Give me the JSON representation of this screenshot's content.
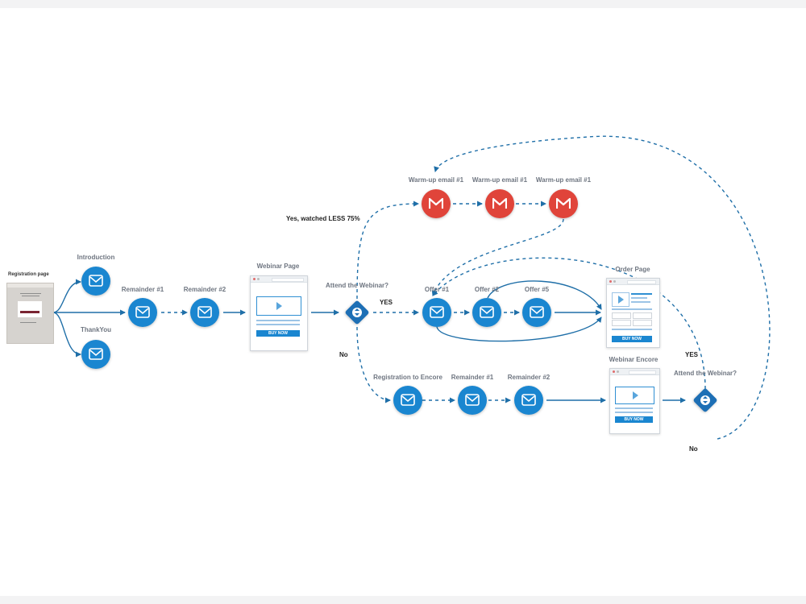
{
  "diagram": {
    "labels": {
      "registration_page": "Registration page",
      "introduction": "Introduction",
      "thankyou": "ThankYou",
      "remainder1": "Remainder #1",
      "remainder2": "Remainder #2",
      "webinar_page": "Webinar Page",
      "attend1": "Attend the Webinar?",
      "yes1": "YES",
      "no1": "No",
      "yes_less": "Yes, watched LESS 75%",
      "warmup1": "Warm-up email #1",
      "warmup2": "Warm-up email #1",
      "warmup3": "Warm-up email #1",
      "offer1": "Offer #1",
      "offer2": "Offer #2",
      "offer5": "Offer #5",
      "order_page": "Order Page",
      "reg_encore": "Registration to Encore",
      "encore_rem1": "Remainder #1",
      "encore_rem2": "Remainder #2",
      "webinar_encore": "Webinar Encore",
      "attend2": "Attend the Webinar?",
      "yes2": "YES",
      "no2": "No"
    },
    "buy_now": "BUY NOW",
    "colors": {
      "email_blue": "#1a86d0",
      "gmail_red": "#e0443a",
      "decision": "#1d6fb5",
      "edge": "#1f6fa8"
    },
    "icons": {
      "email": "envelope-icon",
      "gmail": "gmail-icon",
      "decision": "up-down-arrows-icon",
      "video": "play-icon"
    }
  }
}
